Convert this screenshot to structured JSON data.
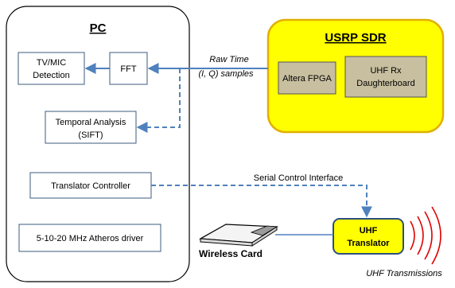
{
  "pc": {
    "title": "PC",
    "blocks": {
      "tv_mic_line1": "TV/MIC",
      "tv_mic_line2": "Detection",
      "fft": "FFT",
      "temporal_line1": "Temporal Analysis",
      "temporal_line2": "(SIFT)",
      "translator_controller": "Translator Controller",
      "atheros_driver": "5-10-20 MHz Atheros driver"
    }
  },
  "usrp": {
    "title": "USRP SDR",
    "blocks": {
      "fpga": "Altera FPGA",
      "uhf_rx_line1": "UHF Rx",
      "uhf_rx_line2": "Daughterboard"
    }
  },
  "links": {
    "raw_line1": "Raw Time",
    "raw_line2": "(I, Q) samples",
    "serial": "Serial Control Interface"
  },
  "translator": {
    "line1": "UHF",
    "line2": "Translator"
  },
  "wireless_card": "Wireless Card",
  "transmissions": "UHF Transmissions",
  "colors": {
    "arrow_blue": "#4f81bd",
    "usrp_fill": "#ffff00",
    "usrp_border": "#e0b000",
    "inner_block_fill": "#c8bfa0",
    "box_border": "#3b5b7e"
  }
}
